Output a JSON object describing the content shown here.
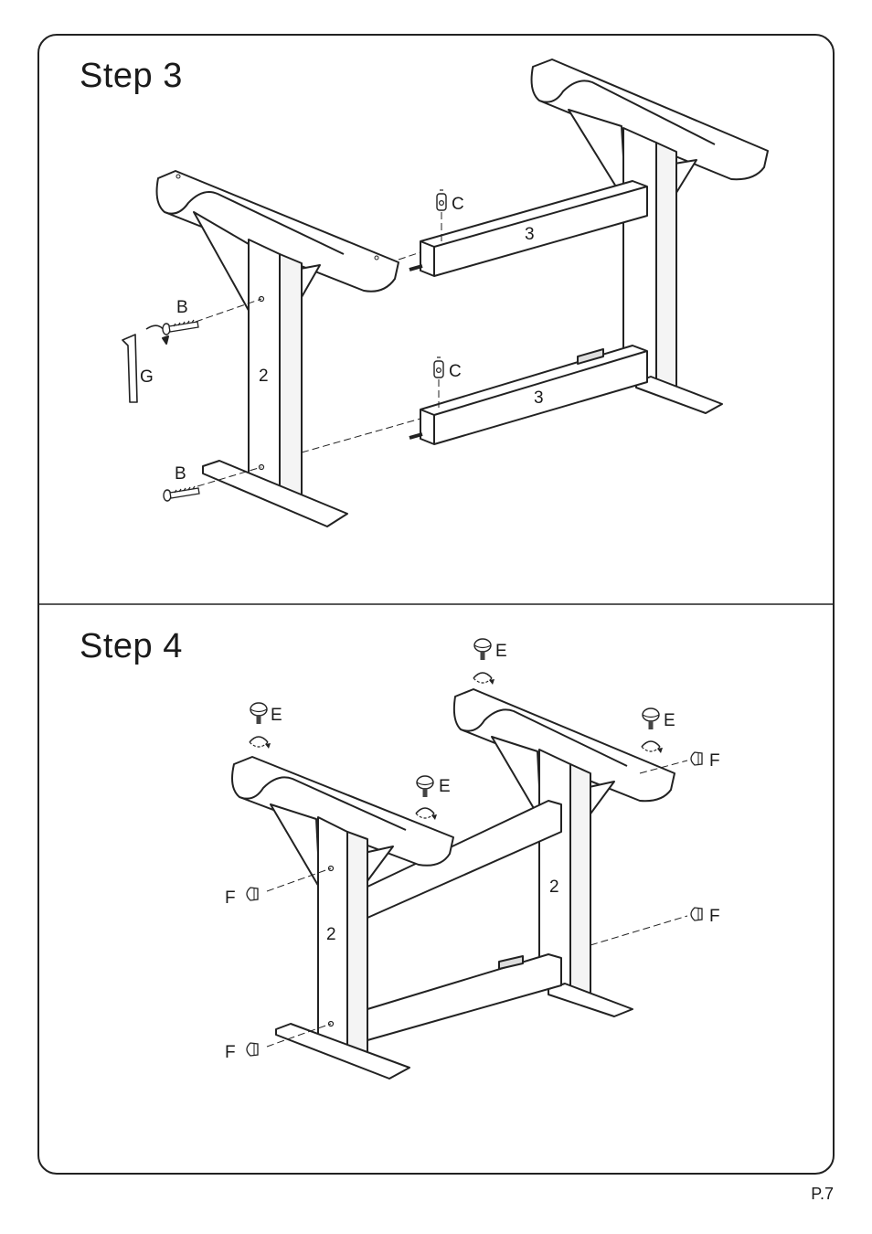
{
  "steps": [
    {
      "title": "Step  3",
      "labels": {
        "part_c_1": "C",
        "part_c_2": "C",
        "rail_1": "3",
        "rail_2": "3",
        "leg_left": "2",
        "bolt_b_1": "B",
        "bolt_b_2": "B",
        "wrench_g": "G"
      }
    },
    {
      "title": "Step  4",
      "labels": {
        "glide_e_1": "E",
        "glide_e_2": "E",
        "glide_e_3": "E",
        "glide_e_4": "E",
        "cap_f_1": "F",
        "cap_f_2": "F",
        "cap_f_3": "F",
        "cap_f_4": "F",
        "leg_left": "2",
        "leg_right": "2"
      }
    }
  ],
  "page_number": "P.7"
}
